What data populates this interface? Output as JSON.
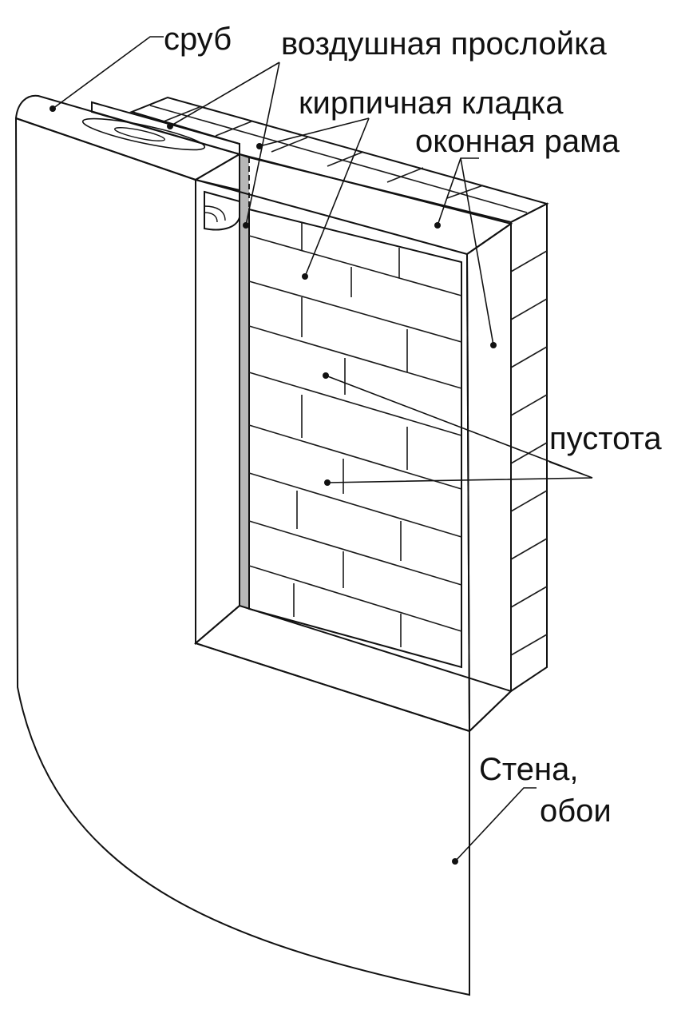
{
  "labels": {
    "log_frame": "сруб",
    "air_gap": "воздушная прослойка",
    "brickwork": "кирпичная кладка",
    "window_frame": "оконная рама",
    "void": "пустота",
    "wall_line1": "Стена,",
    "wall_line2": "обои"
  },
  "colors": {
    "wall_green": "#9ccc97",
    "brick_red": "#ff6633",
    "log_orange": "#f8995c",
    "frame_white": "#ffffff",
    "air_gap_gray": "#b7b7b7",
    "outline": "#111111"
  }
}
